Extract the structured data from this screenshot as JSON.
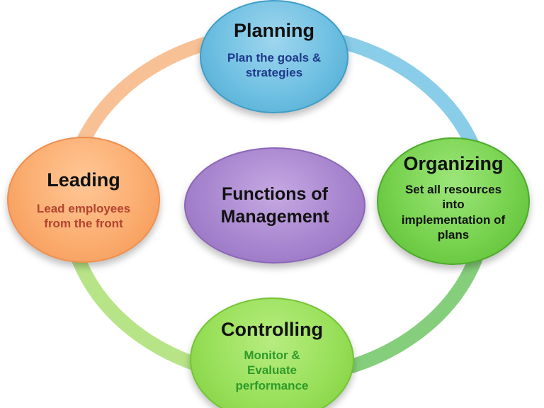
{
  "diagram": {
    "center": {
      "label": "Functions of Management",
      "color": "#a886cf"
    },
    "nodes": [
      {
        "id": "planning",
        "title": "Planning",
        "description": "Plan the goals & strategies",
        "color": "#6fc0e2",
        "text_color": "#1f3a8a"
      },
      {
        "id": "organizing",
        "title": "Organizing",
        "description": "Set all resources into implementation of plans",
        "color": "#77d24e",
        "text_color": "#111111"
      },
      {
        "id": "controlling",
        "title": "Controlling",
        "description": "Monitor & Evaluate performance",
        "color": "#99e05a",
        "text_color": "#2e9a2a"
      },
      {
        "id": "leading",
        "title": "Leading",
        "description": "Lead employees from the front",
        "color": "#fbad70",
        "text_color": "#b3432f"
      }
    ],
    "ring_colors": {
      "planning_to_organizing": "#6cc0e3",
      "organizing_to_controlling": "#66c25a",
      "controlling_to_leading": "#a6dd6a",
      "leading_to_planning": "#f6b27a"
    }
  }
}
